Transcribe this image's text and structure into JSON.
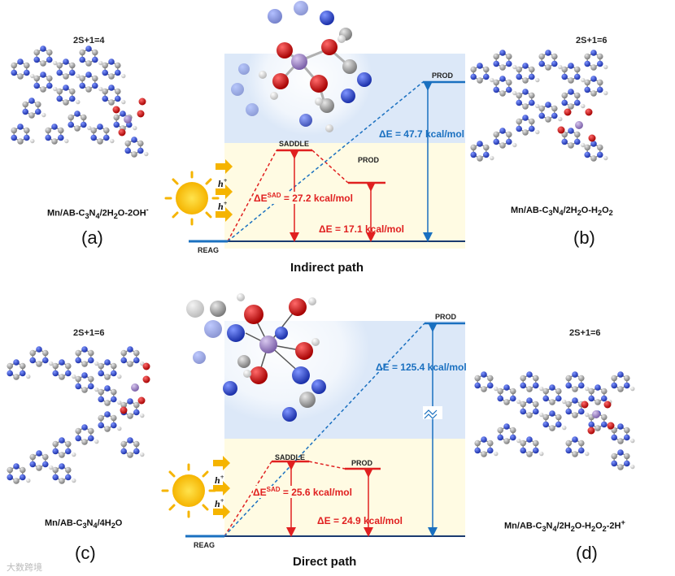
{
  "panels": [
    {
      "id": "a",
      "label": "(a)",
      "spin": "2S+1=4",
      "molecule": "Mn/AB-C3N4/2H2O-2OH-"
    },
    {
      "id": "b",
      "label": "(b)",
      "spin": "2S+1=6",
      "molecule": "Mn/AB-C3N4/2H2O-H2O2"
    },
    {
      "id": "c",
      "label": "(c)",
      "spin": "2S+1=6",
      "molecule": "Mn/AB-C3N4/4H2O"
    },
    {
      "id": "d",
      "label": "(d)",
      "spin": "2S+1=6",
      "molecule": "Mn/AB-C3N4/2H2O-H2O2-2H+"
    }
  ],
  "indirect": {
    "title": "Indirect path",
    "reag": "REAG",
    "saddle": "SADDLE",
    "prod_mid": "PROD",
    "prod_top": "PROD",
    "e_sad": "ΔESAD = 27.2 kcal/mol",
    "e_red": "ΔE = 17.1 kcal/mol",
    "e_blue": "ΔE = 47.7 kcal/mol"
  },
  "direct": {
    "title": "Direct path",
    "reag": "REAG",
    "saddle": "SADDLE",
    "prod_mid": "PROD",
    "prod_top": "PROD",
    "e_sad": "ΔESAD = 25.6 kcal/mol",
    "e_red": "ΔE = 24.9 kcal/mol",
    "e_blue": "ΔE = 125.4 kcal/mol"
  },
  "hplus": "h+",
  "watermark": "大数跨境",
  "colors": {
    "red": "#e02020",
    "blue": "#1a70c0",
    "yellow_band": "#fffbe3",
    "blue_band": "#dce8f8",
    "arrow": "#f5b400",
    "nitrogen": "#1f3fbf",
    "carbon": "#9a9a9a",
    "oxygen": "#d01010",
    "manganese": "#9b80c0",
    "hydrogen": "#f0f0f0"
  }
}
